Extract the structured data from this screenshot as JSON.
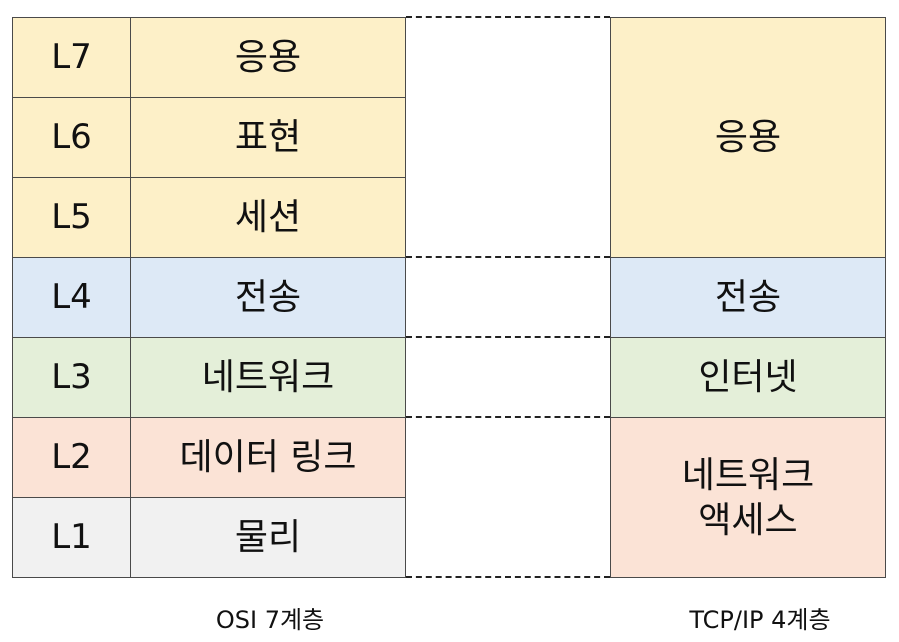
{
  "osi": {
    "caption": "OSI 7계층",
    "layers": [
      {
        "id": "L7",
        "name": "응용",
        "color": "#fdf0c8"
      },
      {
        "id": "L6",
        "name": "표현",
        "color": "#fdf0c8"
      },
      {
        "id": "L5",
        "name": "세션",
        "color": "#fdf0c8"
      },
      {
        "id": "L4",
        "name": "전송",
        "color": "#dde9f6"
      },
      {
        "id": "L3",
        "name": "네트워크",
        "color": "#e4efd9"
      },
      {
        "id": "L2",
        "name": "데이터 링크",
        "color": "#fbe3d6"
      },
      {
        "id": "L1",
        "name": "물리",
        "color": "#f1f1f1"
      }
    ]
  },
  "tcpip": {
    "caption": "TCP/IP 4계층",
    "layers": [
      {
        "name": "응용",
        "color": "#fdf0c8"
      },
      {
        "name": "전송",
        "color": "#dde9f6"
      },
      {
        "name": "인터넷",
        "color": "#e4efd9"
      },
      {
        "name": "네트워크\n액세스",
        "color": "#fbe3d6"
      }
    ]
  }
}
